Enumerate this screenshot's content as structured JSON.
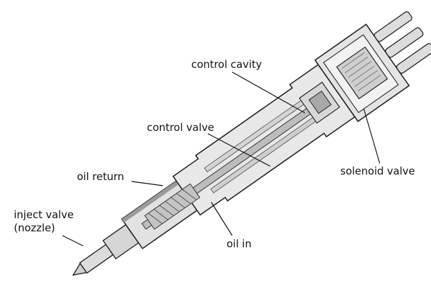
{
  "diagram": {
    "labels": {
      "control_cavity": "control cavity",
      "control_valve": "control valve",
      "oil_return": "oil return",
      "solenoid_valve": "solenoid valve",
      "inject_valve": "inject valve",
      "nozzle": "(nozzle)",
      "oil_in": "oil in"
    },
    "colors": {
      "body_fill": "#e6e6e6",
      "body_shade": "#c8c8c8",
      "dark_shade": "#8a8a8a",
      "outline": "#222222",
      "leader": "#111111",
      "background": "#ffffff"
    }
  }
}
